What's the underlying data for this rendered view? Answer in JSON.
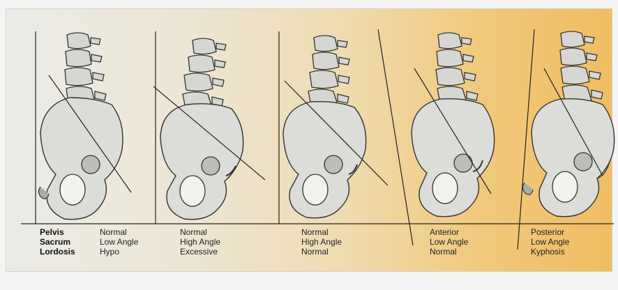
{
  "row_labels": {
    "pelvis": "Pelvis",
    "sacrum": "Sacrum",
    "lordosis": "Lordosis"
  },
  "columns": [
    {
      "pelvis": "Normal",
      "sacrum": "Low Angle",
      "lordosis": "Hypo"
    },
    {
      "pelvis": "Normal",
      "sacrum": "High Angle",
      "lordosis": "Excessive"
    },
    {
      "pelvis": "Normal",
      "sacrum": "High Angle",
      "lordosis": "Normal"
    },
    {
      "pelvis": "Anterior",
      "sacrum": "Low Angle",
      "lordosis": "Normal"
    },
    {
      "pelvis": "Posterior",
      "sacrum": "Low Angle",
      "lordosis": "Kyphosis"
    }
  ],
  "colors": {
    "bone_fill": "#d9d9d5",
    "bone_stroke": "#333333",
    "line": "#222222"
  }
}
